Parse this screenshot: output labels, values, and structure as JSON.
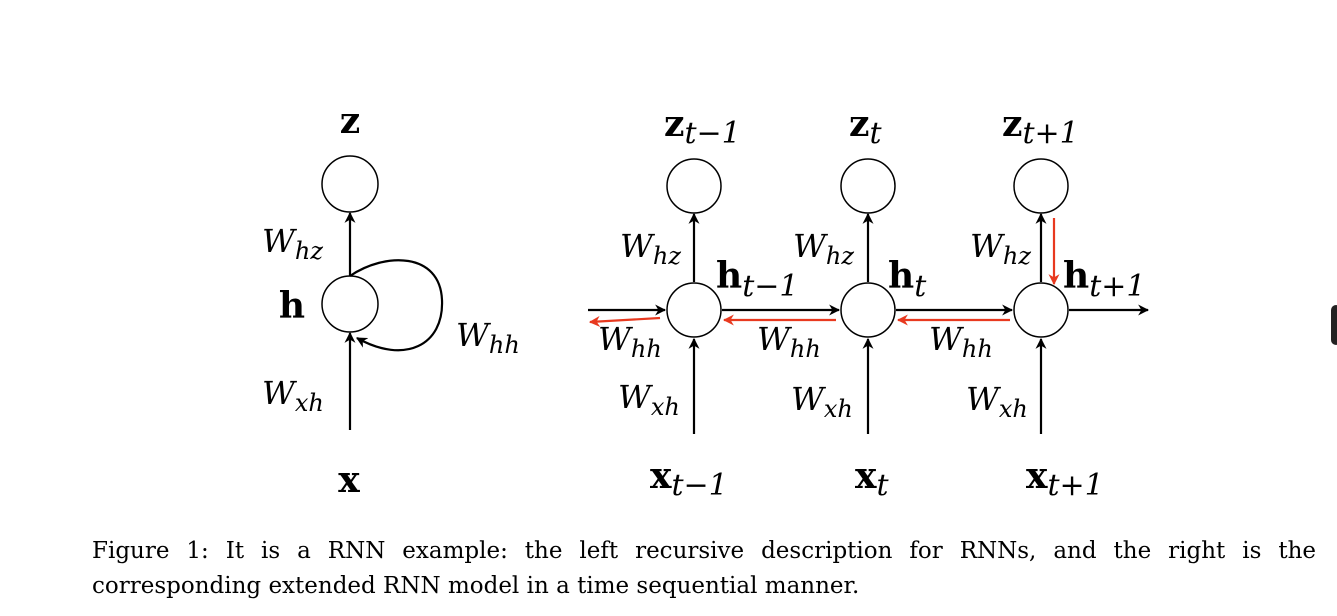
{
  "diagram": {
    "left": {
      "z": "z",
      "h": "h",
      "x": "x",
      "w_hz": {
        "base": "W",
        "sub": "hz"
      },
      "w_hh": {
        "base": "W",
        "sub": "hh"
      },
      "w_xh": {
        "base": "W",
        "sub": "xh"
      }
    },
    "right": {
      "steps": [
        {
          "z": "z",
          "z_sub": "t−1",
          "h": "h",
          "h_sub": "t−1",
          "x": "x",
          "x_sub": "t−1"
        },
        {
          "z": "z",
          "z_sub": "t",
          "h": "h",
          "h_sub": "t",
          "x": "x",
          "x_sub": "t"
        },
        {
          "z": "z",
          "z_sub": "t+1",
          "h": "h",
          "h_sub": "t+1",
          "x": "x",
          "x_sub": "t+1"
        }
      ],
      "w_hz": {
        "base": "W",
        "sub": "hz"
      },
      "w_hh": {
        "base": "W",
        "sub": "hh"
      },
      "w_xh": {
        "base": "W",
        "sub": "xh"
      }
    },
    "colors": {
      "forward": "#000000",
      "backprop": "#e8391f"
    }
  },
  "caption": "Figure 1: It is a RNN example: the left recursive description for RNNs, and the right is the corresponding extended RNN model in a time sequential manner."
}
